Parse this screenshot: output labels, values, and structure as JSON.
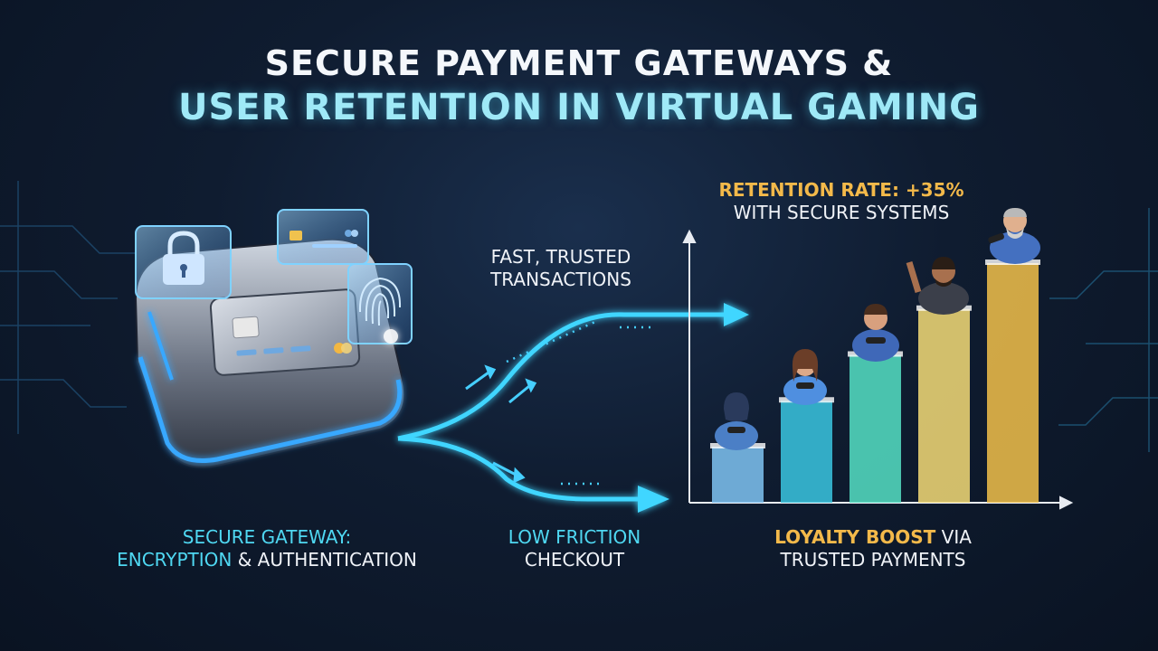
{
  "title": {
    "line1": "SECURE PAYMENT GATEWAYS &",
    "line2": "USER RETENTION IN VIRTUAL GAMING"
  },
  "gateway": {
    "caption_highlight": "SECURE GATEWAY:",
    "caption_part2_highlight": "ENCRYPTION",
    "caption_part2_rest": " & AUTHENTICATION"
  },
  "flow": {
    "top_label_line1": "FAST, TRUSTED",
    "top_label_line2": "TRANSACTIONS",
    "bottom_label_line1": "LOW FRICTION",
    "bottom_label_line2": "CHECKOUT"
  },
  "retention": {
    "headline_highlight": "RETENTION RATE: +35%",
    "headline_line2": "WITH SECURE SYSTEMS",
    "caption_highlight": "LOYALTY BOOST",
    "caption_rest": " VIA",
    "caption_line2": "TRUSTED PAYMENTS"
  },
  "chart_data": {
    "type": "bar",
    "values": [
      1,
      2,
      3,
      4,
      5
    ],
    "bar_colors": [
      "#7fc3f2",
      "#39c6e0",
      "#55e0c4",
      "#f5dc77",
      "#f2c14a"
    ]
  },
  "colors": {
    "accent_cyan": "#4fd8f2",
    "accent_gold": "#f3b94a",
    "background": "#0f1c30"
  }
}
